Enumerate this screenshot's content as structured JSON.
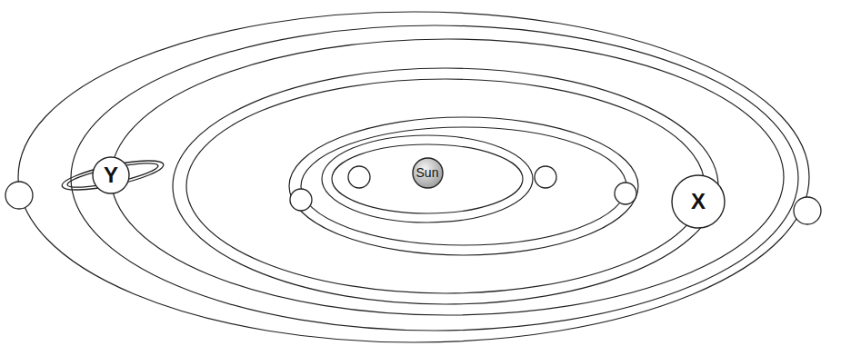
{
  "diagram": {
    "nodes": [
      {
        "text": [
          "Y"
        ]
      },
      {
        "text": [
          "Sun"
        ]
      },
      {
        "text": [
          "X"
        ]
      }
    ]
  }
}
